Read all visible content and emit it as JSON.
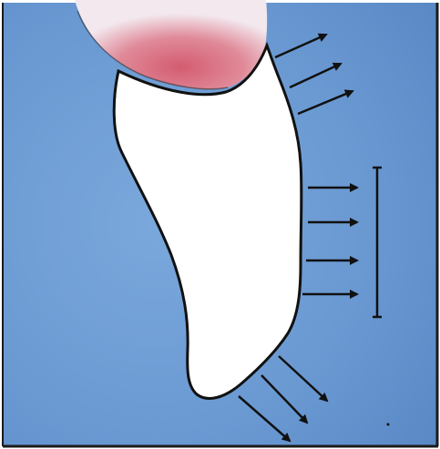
{
  "figure": {
    "background_color": "#6f9fd6",
    "background_dark_color": "#4f80c2",
    "frame_color": "#1b1b1b",
    "gum_color": "#d7707f",
    "gum_light_color": "#f2e6ec",
    "tooth_fill_color": "#ffffff",
    "outline_color": "#111111",
    "arrow_color": "#111111",
    "arrow_groups": [
      {
        "name": "upper-arrows",
        "count": 3
      },
      {
        "name": "middle-arrows",
        "count": 4
      },
      {
        "name": "lower-arrows",
        "count": 3
      }
    ],
    "bracket": {
      "name": "height-bracket"
    }
  }
}
